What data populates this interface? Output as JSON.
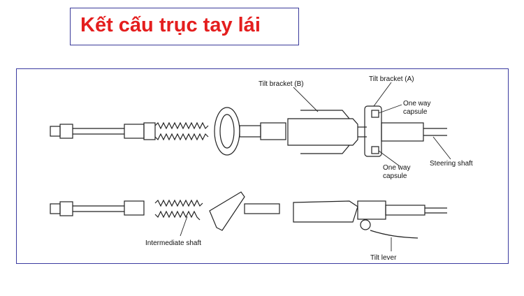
{
  "title": "Kết cấu trục tay lái",
  "labels": {
    "tilt_bracket_b": "Tilt bracket (B)",
    "tilt_bracket_a": "Tilt bracket (A)",
    "one_way_top_1": "One way",
    "one_way_top_2": "capsule",
    "one_way_bottom_1": "One way",
    "one_way_bottom_2": "capsule",
    "steering_shaft": "Steering shaft",
    "intermediate_shaft": "Intermediate shaft",
    "tilt_lever": "Tilt lever"
  },
  "colors": {
    "title": "#e41e1e",
    "frame_border": "#3a3aa0",
    "line": "#222222"
  }
}
